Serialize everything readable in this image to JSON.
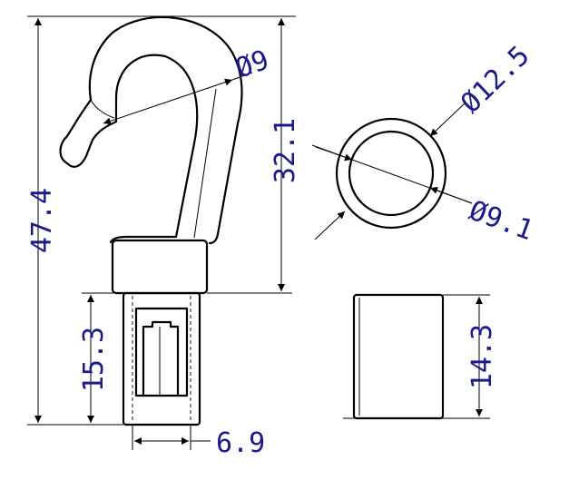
{
  "dimensions": {
    "overall_height": "47.4",
    "hook_height": "32.1",
    "body_height": "15.3",
    "body_width": "6.9",
    "hook_diameter": "Ø9",
    "outer_diameter": "Ø12.5",
    "inner_diameter": "Ø9.1",
    "side_height": "14.3"
  }
}
